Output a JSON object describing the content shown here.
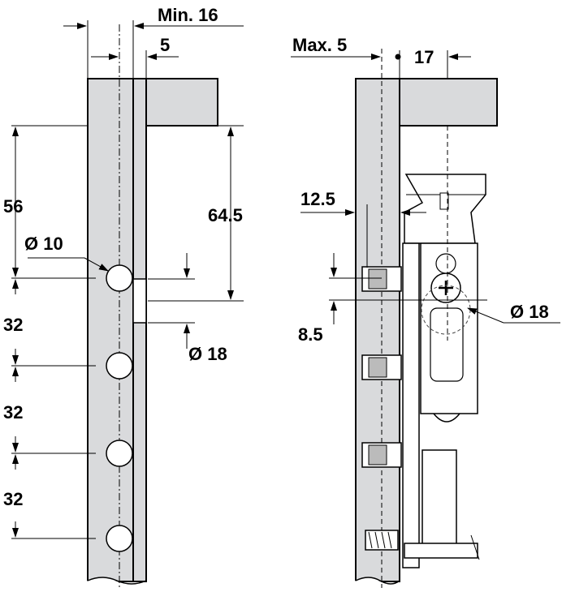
{
  "left_view": {
    "dims": {
      "min": "Min. 16",
      "offset": "5",
      "top_to_hole": "56",
      "top_to_mid": "64.5",
      "hole_dia": "Ø 10",
      "spacing1": "32",
      "spacing2": "32",
      "spacing3": "32",
      "bore_dia": "Ø 18"
    }
  },
  "right_view": {
    "dims": {
      "max": "Max. 5",
      "depth": "17",
      "edge": "12.5",
      "bore_dia": "Ø 18",
      "height": "8.5"
    }
  },
  "colors": {
    "panel": "#d9dadc",
    "line": "#000000"
  }
}
